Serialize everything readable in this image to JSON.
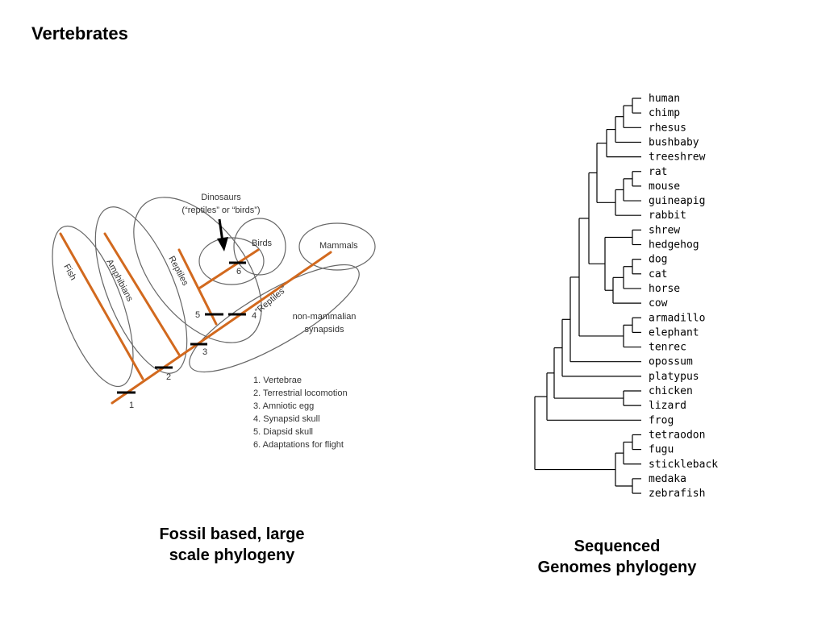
{
  "slide": {
    "title": "Vertebrates"
  },
  "left_figure": {
    "groups": [
      "Fish",
      "Amphibians",
      "Reptiles",
      "Birds",
      "Mammals"
    ],
    "dinosaurs_label": {
      "line1": "Dinosaurs",
      "line2": "(“reptiles” or “birds”)"
    },
    "reptiles_quoted": "“Reptiles”",
    "synapsids_label": {
      "line1": "non-mammalian",
      "line2": "synapsids"
    },
    "node_numbers": [
      "1",
      "2",
      "3",
      "4",
      "5",
      "6"
    ],
    "legend": [
      "1. Vertebrae",
      "2. Terrestrial locomotion",
      "3. Amniotic egg",
      "4. Synapsid skull",
      "5. Diapsid skull",
      "6. Adaptations for flight"
    ],
    "colors": {
      "branch": "#d2691e",
      "outline": "#666666"
    }
  },
  "right_figure": {
    "taxa": [
      "human",
      "chimp",
      "rhesus",
      "bushbaby",
      "treeshrew",
      "rat",
      "mouse",
      "guineapig",
      "rabbit",
      "shrew",
      "hedgehog",
      "dog",
      "cat",
      "horse",
      "cow",
      "armadillo",
      "elephant",
      "tenrec",
      "opossum",
      "platypus",
      "chicken",
      "lizard",
      "frog",
      "tetraodon",
      "fugu",
      "stickleback",
      "medaka",
      "zebrafish"
    ]
  },
  "captions": {
    "left": {
      "line1": "Fossil based, large",
      "line2": "scale phylogeny"
    },
    "right": {
      "line1": "Sequenced",
      "line2": "Genomes phylogeny"
    }
  }
}
